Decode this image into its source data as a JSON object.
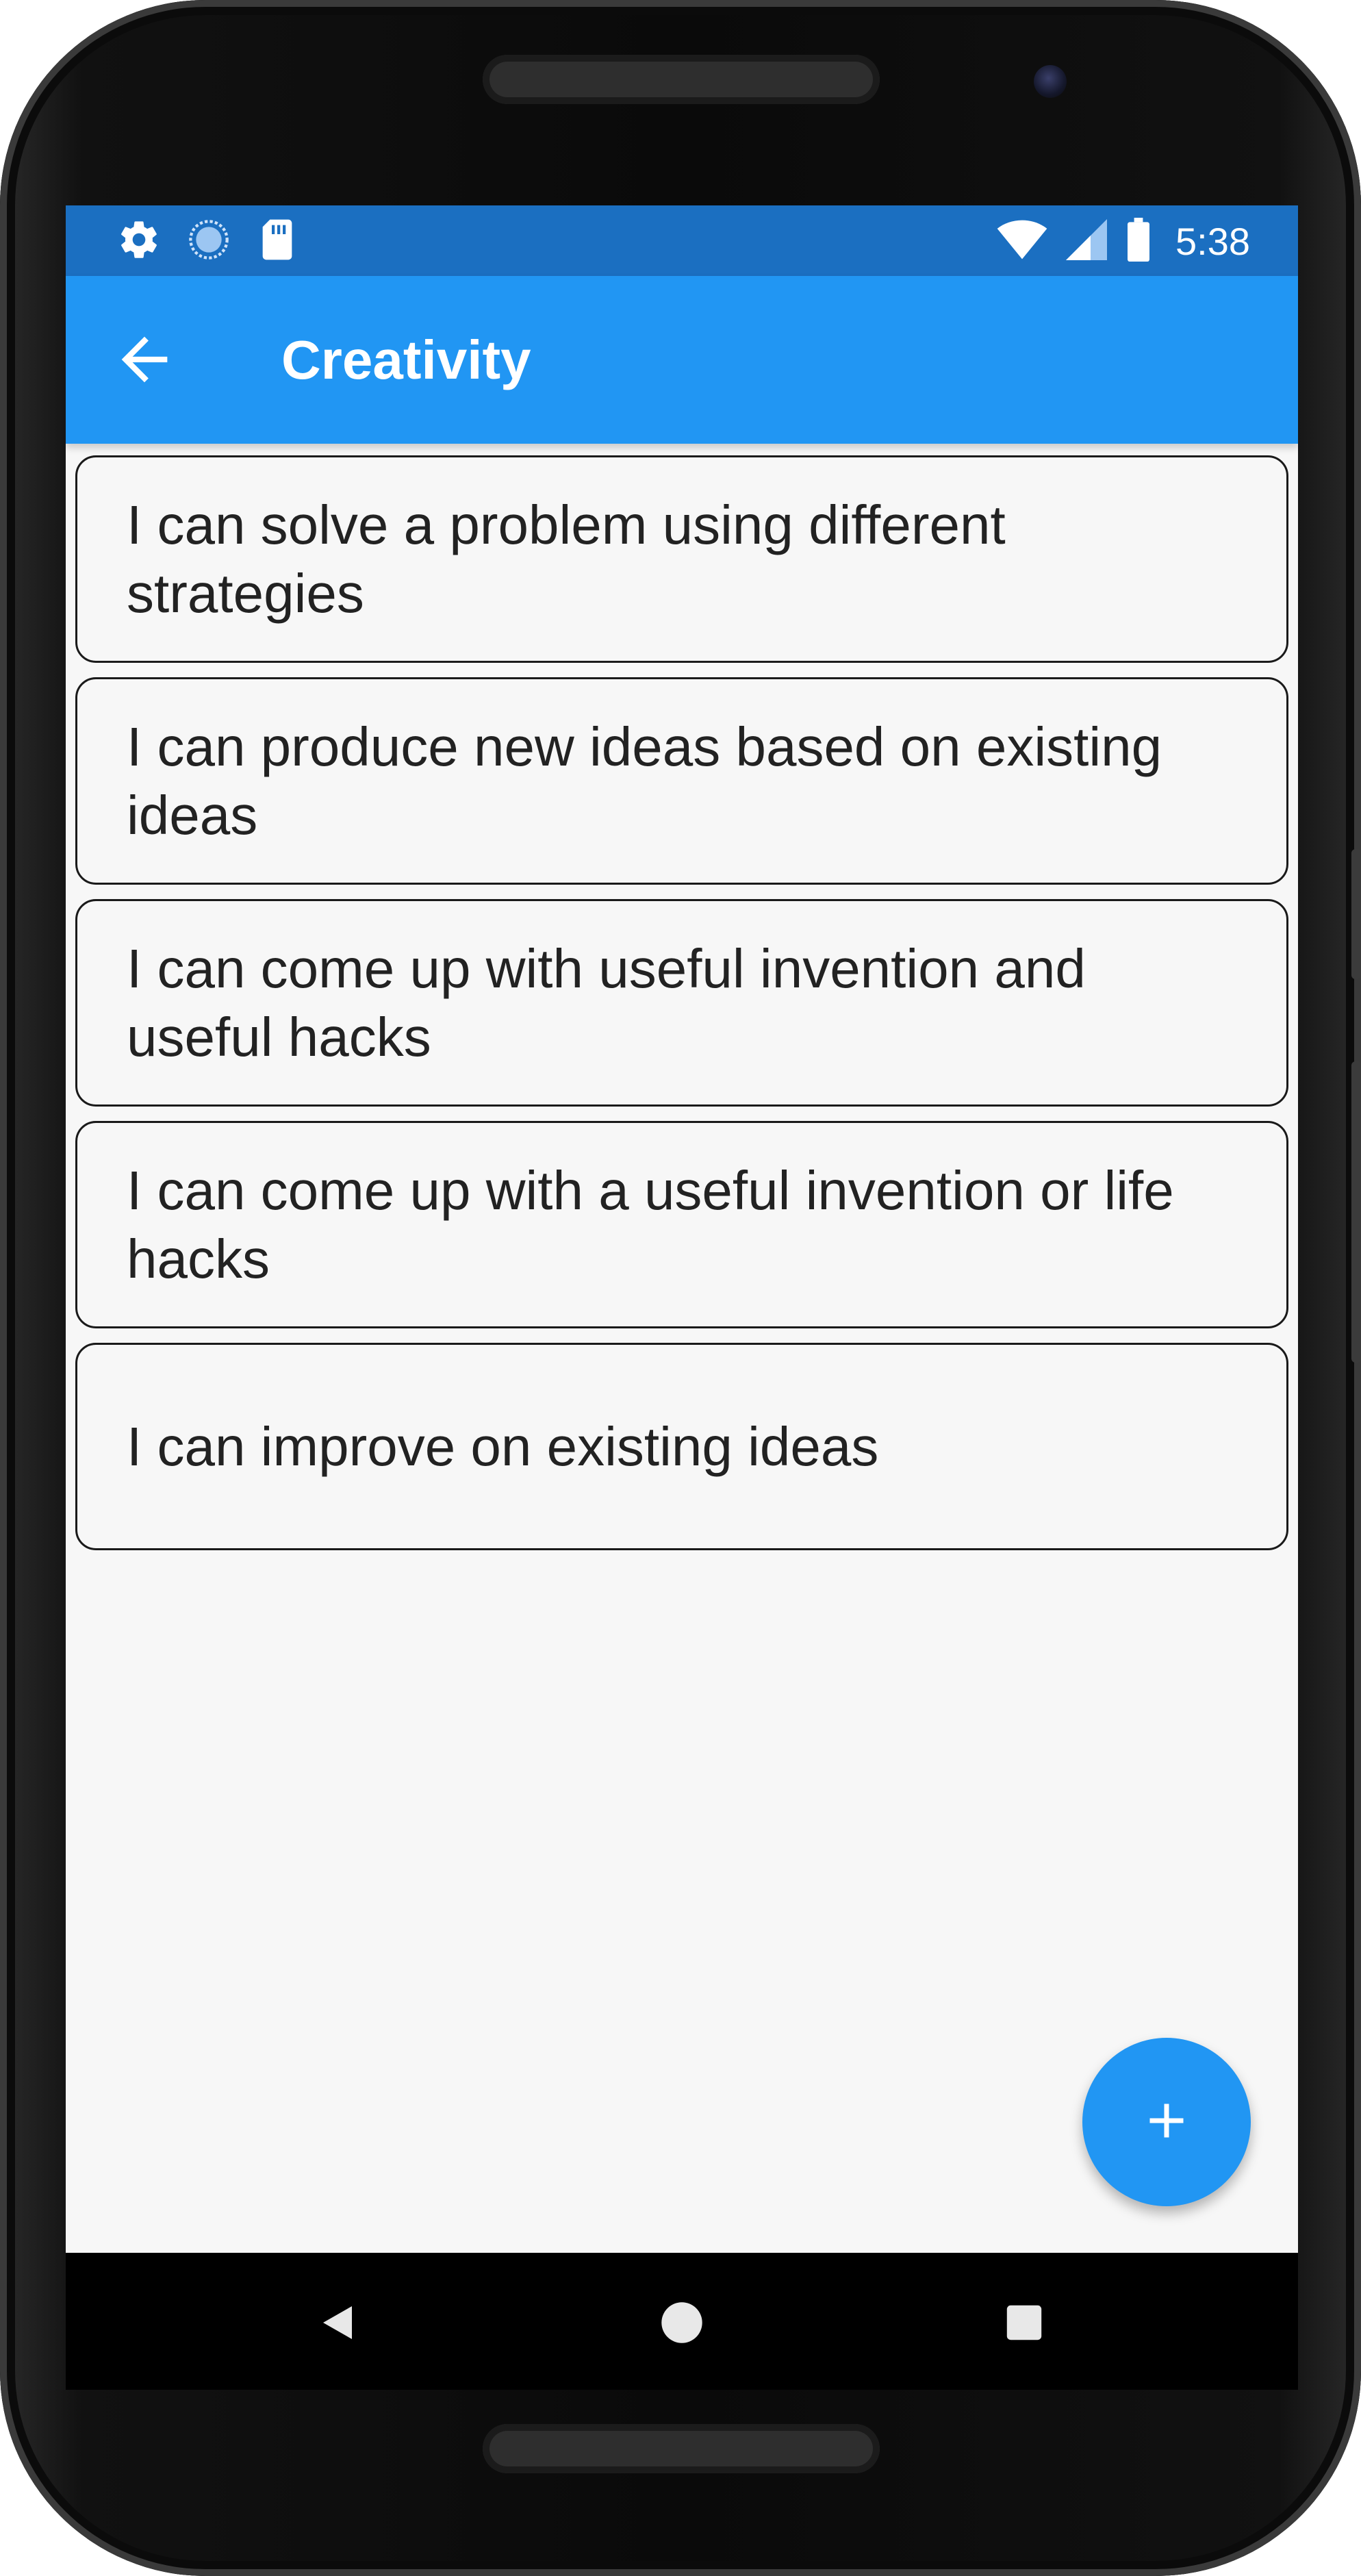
{
  "status_bar": {
    "time": "5:38",
    "icons": [
      "settings-icon",
      "sync-icon",
      "sd-card-icon",
      "wifi-icon",
      "cellular-signal-icon",
      "battery-icon"
    ],
    "background_color": "#1b6fc1"
  },
  "app_bar": {
    "title": "Creativity",
    "back_icon": "arrow-back-icon",
    "background_color": "#2196f3"
  },
  "items": [
    {
      "text": "I can solve a problem using different strategies"
    },
    {
      "text": "I can produce new ideas based on existing ideas"
    },
    {
      "text": "I can come up with useful invention and useful hacks"
    },
    {
      "text": "I can come up with a useful invention or life hacks"
    },
    {
      "text": "I can improve on existing ideas"
    }
  ],
  "fab": {
    "icon": "plus-icon",
    "color": "#2196f3"
  },
  "nav_bar": {
    "buttons": [
      "back-triangle-icon",
      "home-circle-icon",
      "recents-square-icon"
    ]
  }
}
